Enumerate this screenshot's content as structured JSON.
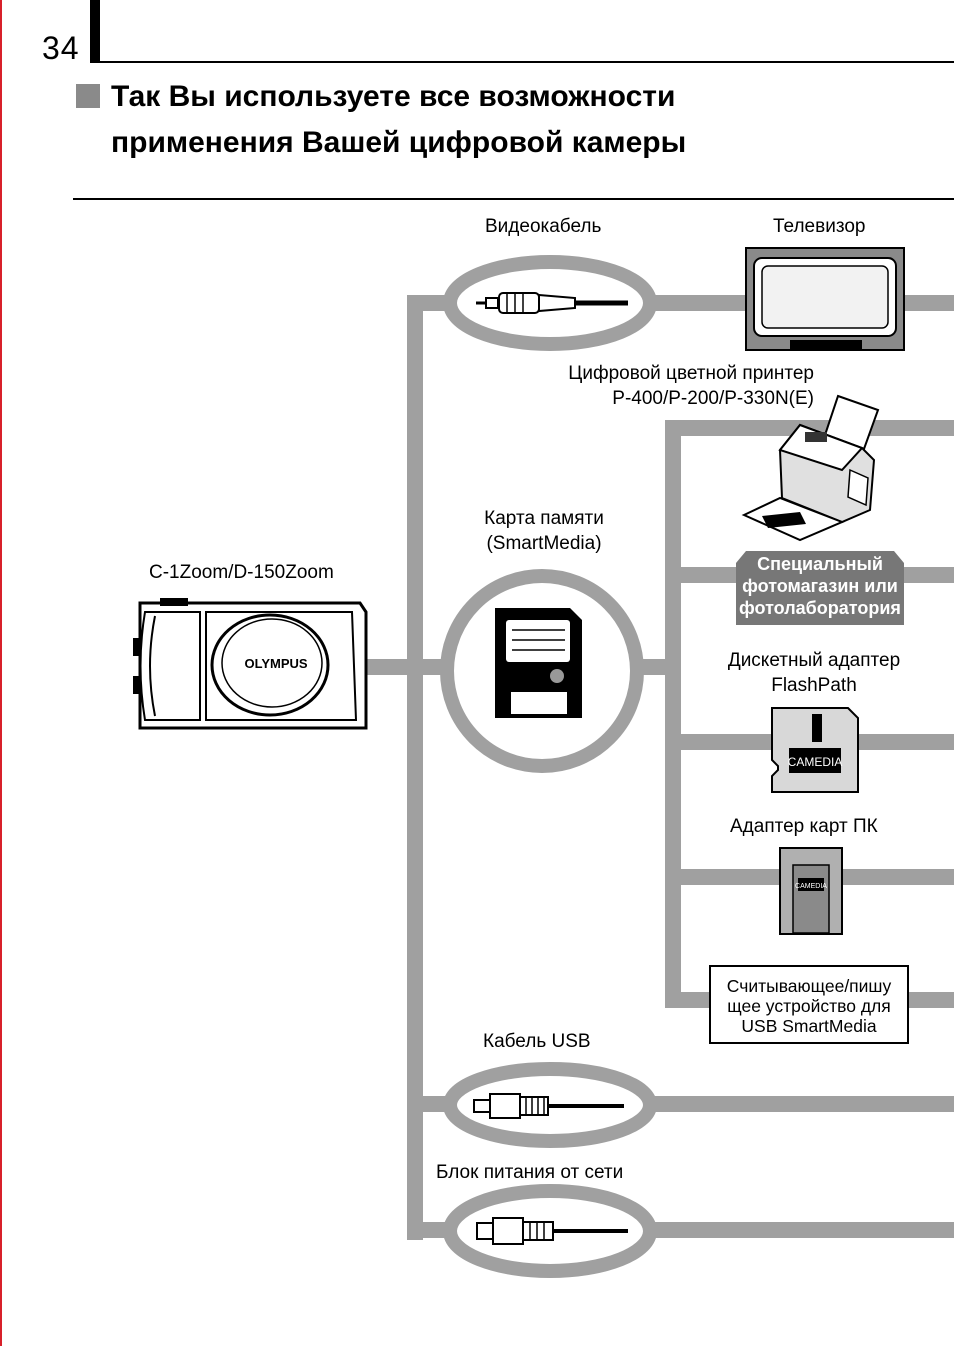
{
  "page": {
    "number": "34"
  },
  "header": {
    "title_line1": "Так Вы используете все возможности",
    "title_line2": "применения Вашей цифровой камеры"
  },
  "diagram": {
    "camera": {
      "label": "C-1Zoom/D-150Zoom",
      "brand": "OLYMPUS"
    },
    "video_cable": {
      "label": "Видеокабель"
    },
    "tv": {
      "label": "Телевизор"
    },
    "printer": {
      "label_line1": "Цифровой цветной принтер",
      "label_line2": "P-400/P-200/P-330N(E)"
    },
    "memory_card": {
      "label_line1": "Карта памяти",
      "label_line2": "(SmartMedia)"
    },
    "photo_shop": {
      "line1": "Специальный",
      "line2": "фотомагазин или",
      "line3": "фотолаборатория"
    },
    "flashpath": {
      "label_line1": "Дискетный адаптер",
      "label_line2": "FlashPath",
      "brand": "CAMEDIA"
    },
    "pc_card": {
      "label": "Адаптер карт ПК",
      "brand": "CAMEDIA"
    },
    "usb_reader": {
      "line1": "Считывающее/пишу",
      "line2": "щее устройство для",
      "line3": "USB SmartMedia"
    },
    "usb_cable": {
      "label": "Кабель USB"
    },
    "power": {
      "label": "Блок питания от сети"
    }
  },
  "colors": {
    "connector": "#a0a0a0",
    "ring": "#a0a0a0",
    "badge": "#777777",
    "edge": "#d8202a"
  }
}
